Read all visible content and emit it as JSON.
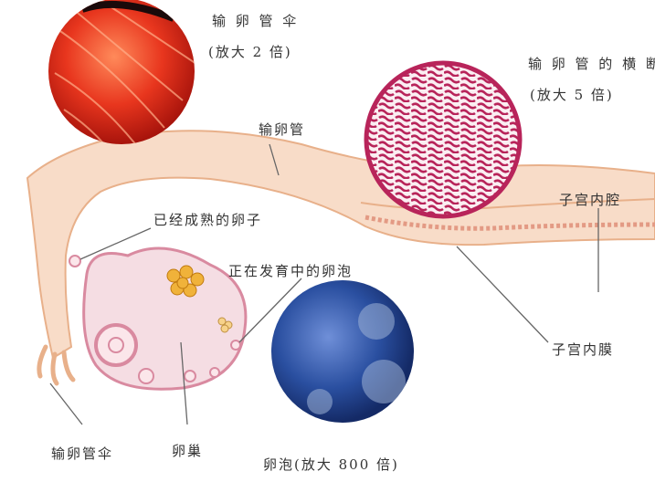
{
  "labels": {
    "fimbria_top": "输 卵 管 伞",
    "magnify_2": "(放大 2 倍)",
    "tube_cross_section": "输 卵 管 的 横 断",
    "magnify_5": "(放大 5 倍)",
    "oviduct": "输卵管",
    "mature_egg": "已经成熟的卵子",
    "developing_follicle": "正在发育中的卵泡",
    "uterine_cavity": "子宫内腔",
    "endometrium": "子宫内膜",
    "fimbria_bottom": "输卵管伞",
    "ovary": "卵巢",
    "follicle_magnified": "卵泡(放大 800 倍)"
  },
  "colors": {
    "tube_fill": "#f8dcc8",
    "tube_edge": "#e8b08a",
    "ovary_fill": "#f5dde3",
    "ovary_edge": "#d98aa0",
    "fimbria_zoom": "#e8361e",
    "cross_section": "#b8245a",
    "follicle_zoom": "#2a4fa0",
    "leader_line": "#666666"
  }
}
